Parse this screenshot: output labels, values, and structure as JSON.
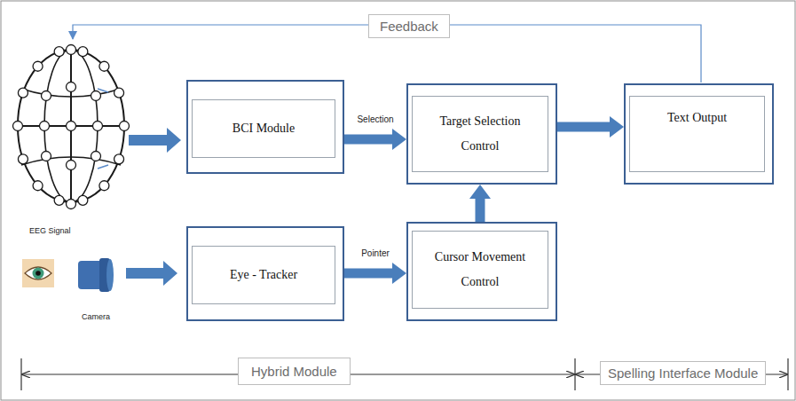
{
  "diagram": {
    "nodes": [
      {
        "text": [
          "BCI Module"
        ]
      },
      {
        "text": [
          "Target Selection Control"
        ]
      },
      {
        "text": [
          "Text Output"
        ]
      },
      {
        "text": [
          "Eye - Tracker"
        ]
      },
      {
        "text": [
          "Cursor Movement Control"
        ]
      }
    ],
    "edges": [
      {
        "from": 0,
        "to": 1,
        "arrow": "to",
        "label": "Selection"
      },
      {
        "from": 3,
        "to": 4,
        "arrow": "to",
        "label": "Pointer"
      },
      {
        "from": 4,
        "to": 1,
        "arrow": "to"
      },
      {
        "from": 1,
        "to": 2,
        "arrow": "to"
      }
    ],
    "labels": [
      "Feedback",
      "EEG Signal",
      "Camera",
      "Hybrid Module",
      "Spelling Interface Module"
    ]
  }
}
